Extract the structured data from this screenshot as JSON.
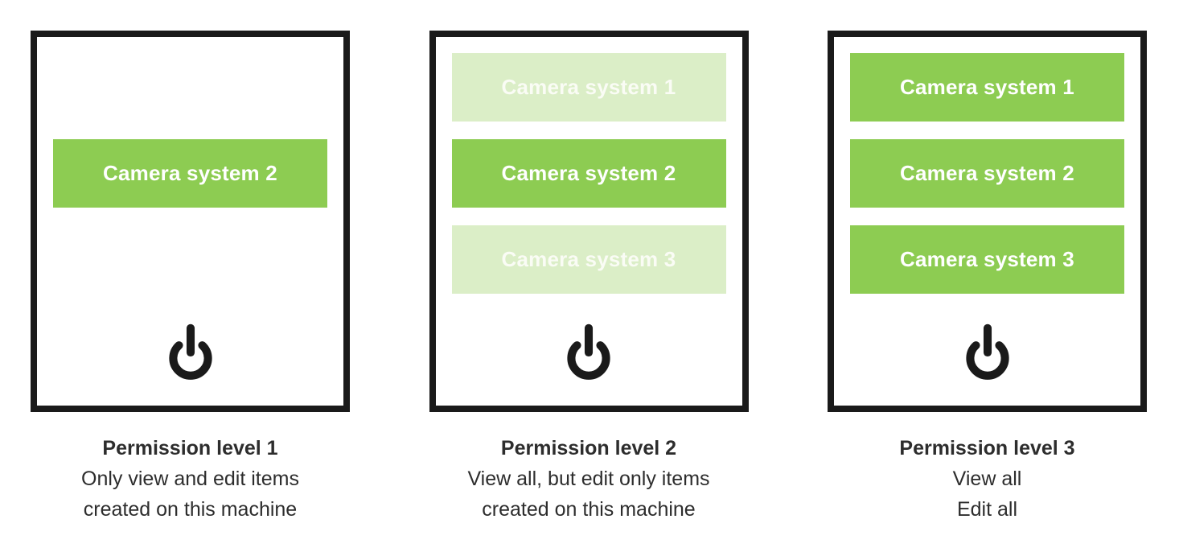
{
  "figure": {
    "panels": [
      {
        "title": "Permission level 1",
        "description_lines": [
          "Only view and edit items",
          "created on this machine"
        ],
        "buttons": [
          {
            "label": "Camera system 2",
            "state": "active"
          }
        ]
      },
      {
        "title": "Permission level 2",
        "description_lines": [
          "View all, but edit only items",
          "created on this machine"
        ],
        "buttons": [
          {
            "label": "Camera system 1",
            "state": "view-only"
          },
          {
            "label": "Camera system 2",
            "state": "active"
          },
          {
            "label": "Camera system 3",
            "state": "view-only"
          }
        ]
      },
      {
        "title": "Permission level 3",
        "description_lines": [
          "View all",
          "Edit all"
        ],
        "buttons": [
          {
            "label": "Camera system 1",
            "state": "active"
          },
          {
            "label": "Camera system 2",
            "state": "active"
          },
          {
            "label": "Camera system 3",
            "state": "active"
          }
        ]
      }
    ],
    "icons": {
      "power": "power-icon"
    },
    "colors": {
      "green_active": "#8DCC52",
      "green_faded": "#DBEEC7",
      "button_text": "#FFFFFF",
      "button_text_faded": "#FAFCF5",
      "panel_border": "#1A1A1A",
      "caption_text": "#2D2D2D"
    }
  }
}
